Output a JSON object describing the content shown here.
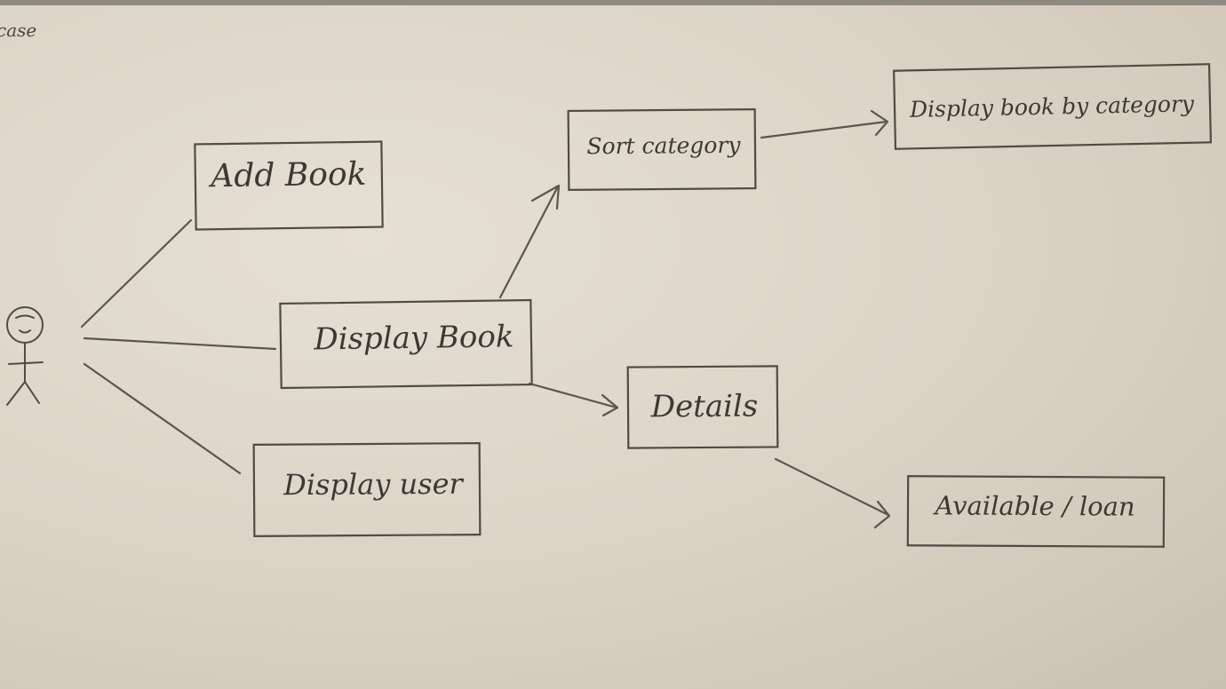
{
  "header": {
    "corner_text": "case"
  },
  "actor": {
    "name": ""
  },
  "use_cases": {
    "add_book": "Add Book",
    "display_book": "Display Book",
    "display_user": "Display user",
    "sort_category": "Sort category",
    "display_book_by_category": "Display book by category",
    "details": "Details",
    "available_loan": "Available / loan"
  },
  "colors": {
    "paper": "#ddd5c8",
    "ink": "#4f4b45"
  }
}
